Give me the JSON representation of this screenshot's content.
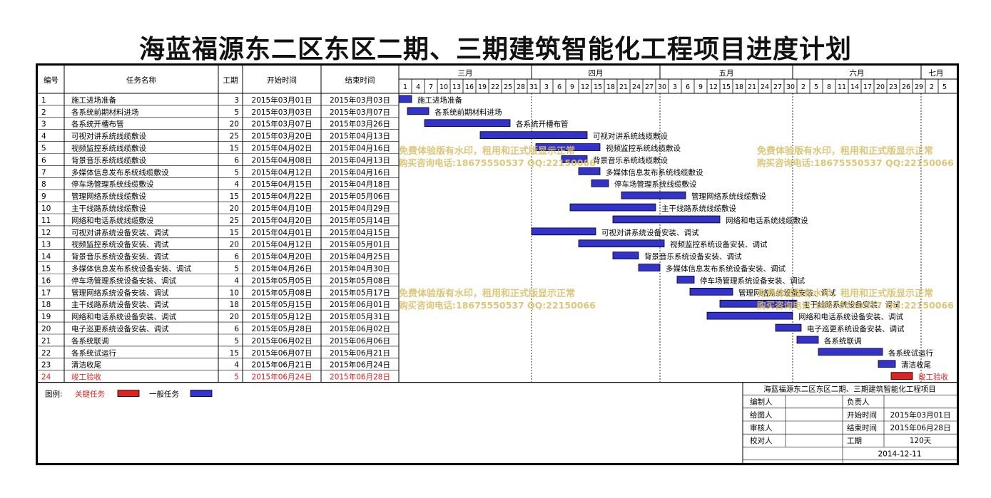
{
  "title": "海蓝福源东二区东区二期、三期建筑智能化工程项目进度计划",
  "headers": {
    "id": "编号",
    "name": "任务名称",
    "dur": "工期",
    "start": "开始时间",
    "end": "结束时间"
  },
  "months": [
    "三月",
    "四月",
    "五月",
    "六月",
    "七月"
  ],
  "days": [
    "1",
    "4",
    "7",
    "10",
    "13",
    "16",
    "19",
    "22",
    "25",
    "28",
    "31",
    "3",
    "6",
    "9",
    "12",
    "15",
    "18",
    "21",
    "24",
    "27",
    "30",
    "3",
    "6",
    "9",
    "12",
    "15",
    "18",
    "21",
    "24",
    "27",
    "30",
    "2",
    "5",
    "8",
    "11",
    "14",
    "17",
    "20",
    "23",
    "26",
    "29",
    "2",
    "5"
  ],
  "colors": {
    "normal": "#3333cc",
    "critical": "#dd2222",
    "watermark": "#d8c06a"
  },
  "chart_data": {
    "type": "gantt",
    "title": "海蓝福源东二区东区二期、三期建筑智能化工程项目进度计划",
    "x_range": [
      "2015-03-01",
      "2015-07-06"
    ],
    "tasks": [
      {
        "id": "1",
        "name": "施工进场准备",
        "dur": "3",
        "start": "2015年03月01日",
        "end": "2015年03月03日",
        "s": "2015-03-01",
        "e": "2015-03-03",
        "critical": false
      },
      {
        "id": "2",
        "name": "各系统前期材料进场",
        "dur": "5",
        "start": "2015年03月03日",
        "end": "2015年03月07日",
        "s": "2015-03-03",
        "e": "2015-03-07",
        "critical": false
      },
      {
        "id": "3",
        "name": "各系统开槽布管",
        "dur": "20",
        "start": "2015年03月07日",
        "end": "2015年03月26日",
        "s": "2015-03-07",
        "e": "2015-03-26",
        "critical": false
      },
      {
        "id": "4",
        "name": "可视对讲系统线缆敷设",
        "dur": "25",
        "start": "2015年03月20日",
        "end": "2015年04月13日",
        "s": "2015-03-20",
        "e": "2015-04-13",
        "critical": false
      },
      {
        "id": "5",
        "name": "视频监控系统线缆敷设",
        "dur": "15",
        "start": "2015年04月02日",
        "end": "2015年04月16日",
        "s": "2015-04-02",
        "e": "2015-04-16",
        "critical": false
      },
      {
        "id": "6",
        "name": "背景音乐系统线缆敷设",
        "dur": "6",
        "start": "2015年04月08日",
        "end": "2015年04月13日",
        "s": "2015-04-08",
        "e": "2015-04-13",
        "critical": false
      },
      {
        "id": "7",
        "name": "多媒体信息发布系统线缆敷设",
        "dur": "5",
        "start": "2015年04月12日",
        "end": "2015年04月16日",
        "s": "2015-04-12",
        "e": "2015-04-16",
        "critical": false
      },
      {
        "id": "8",
        "name": "停车场管理系统线缆敷设",
        "dur": "4",
        "start": "2015年04月15日",
        "end": "2015年04月18日",
        "s": "2015-04-15",
        "e": "2015-04-18",
        "critical": false
      },
      {
        "id": "9",
        "name": "管理网络系统线缆敷设",
        "dur": "15",
        "start": "2015年04月22日",
        "end": "2015年05月06日",
        "s": "2015-04-22",
        "e": "2015-05-06",
        "critical": false
      },
      {
        "id": "10",
        "name": "主干线路系统线缆敷设",
        "dur": "20",
        "start": "2015年04月10日",
        "end": "2015年04月29日",
        "s": "2015-04-10",
        "e": "2015-04-29",
        "critical": false
      },
      {
        "id": "11",
        "name": "网络和电话系统线缆敷设",
        "dur": "25",
        "start": "2015年04月20日",
        "end": "2015年05月14日",
        "s": "2015-04-20",
        "e": "2015-05-14",
        "critical": false
      },
      {
        "id": "12",
        "name": "可视对讲系统设备安装、调试",
        "dur": "15",
        "start": "2015年04月01日",
        "end": "2015年04月15日",
        "s": "2015-04-01",
        "e": "2015-04-15",
        "critical": false
      },
      {
        "id": "13",
        "name": "视频监控系统设备安装、调试",
        "dur": "20",
        "start": "2015年04月12日",
        "end": "2015年05月01日",
        "s": "2015-04-12",
        "e": "2015-05-01",
        "critical": false
      },
      {
        "id": "14",
        "name": "背景音乐系统设备安装、调试",
        "dur": "6",
        "start": "2015年04月20日",
        "end": "2015年04月25日",
        "s": "2015-04-20",
        "e": "2015-04-25",
        "critical": false
      },
      {
        "id": "15",
        "name": "多媒体信息发布系统设备安装、调试",
        "dur": "5",
        "start": "2015年04月26日",
        "end": "2015年04月30日",
        "s": "2015-04-26",
        "e": "2015-04-30",
        "critical": false
      },
      {
        "id": "16",
        "name": "停车场管理系统设备安装、调试",
        "dur": "4",
        "start": "2015年05月05日",
        "end": "2015年05月08日",
        "s": "2015-05-05",
        "e": "2015-05-08",
        "critical": false
      },
      {
        "id": "17",
        "name": "管理网络系统设备安装、调试",
        "dur": "10",
        "start": "2015年05月08日",
        "end": "2015年05月17日",
        "s": "2015-05-08",
        "e": "2015-05-17",
        "critical": false
      },
      {
        "id": "18",
        "name": "主干线路系统设备安装、调试",
        "dur": "18",
        "start": "2015年05月15日",
        "end": "2015年06月01日",
        "s": "2015-05-15",
        "e": "2015-06-01",
        "critical": false
      },
      {
        "id": "19",
        "name": "网络和电话系统设备安装、调试",
        "dur": "20",
        "start": "2015年05月12日",
        "end": "2015年05月31日",
        "s": "2015-05-12",
        "e": "2015-05-31",
        "critical": false
      },
      {
        "id": "20",
        "name": "电子巡更系统设备安装、调试",
        "dur": "6",
        "start": "2015年05月28日",
        "end": "2015年06月02日",
        "s": "2015-05-28",
        "e": "2015-06-02",
        "critical": false
      },
      {
        "id": "21",
        "name": "各系统联调",
        "dur": "5",
        "start": "2015年06月02日",
        "end": "2015年06月06日",
        "s": "2015-06-02",
        "e": "2015-06-06",
        "critical": false
      },
      {
        "id": "22",
        "name": "各系统试运行",
        "dur": "15",
        "start": "2015年06月07日",
        "end": "2015年06月21日",
        "s": "2015-06-07",
        "e": "2015-06-21",
        "critical": false
      },
      {
        "id": "23",
        "name": "清洁收尾",
        "dur": "4",
        "start": "2015年06月21日",
        "end": "2015年06月24日",
        "s": "2015-06-21",
        "e": "2015-06-24",
        "critical": false
      },
      {
        "id": "24",
        "name": "竣工验收",
        "dur": "5",
        "start": "2015年06月24日",
        "end": "2015年06月28日",
        "s": "2015-06-24",
        "e": "2015-06-28",
        "critical": true
      }
    ]
  },
  "legend": {
    "label": "图例:",
    "critical": "关键任务",
    "normal": "一般任务"
  },
  "info": {
    "project": "海蓝福源东二区东区二期、三期建筑智能化工程项目",
    "rows": [
      [
        "编制人",
        "",
        "负责人",
        ""
      ],
      [
        "给图人",
        "",
        "开始时间",
        "2015年03月01日"
      ],
      [
        "审核人",
        "",
        "结束时间",
        "2015年06月28日"
      ],
      [
        "校对人",
        "",
        "工期",
        "120天"
      ]
    ],
    "date": "2014-12-11"
  },
  "watermarks": [
    {
      "line1": "免费体验版有水印，租用和正式版显示正常",
      "line2": "购买咨询电话:18675550537 QQ:22150066"
    }
  ]
}
